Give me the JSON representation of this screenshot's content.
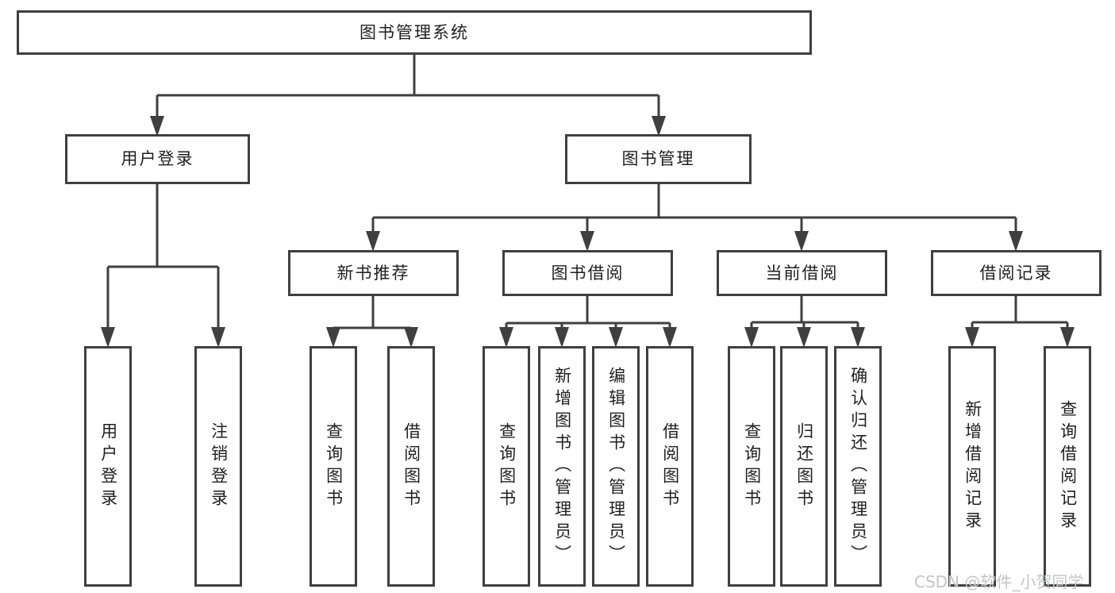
{
  "tree": {
    "root": {
      "label": "图书管理系统",
      "children": [
        {
          "label": "用户登录",
          "children": [
            {
              "label": "用户登录"
            },
            {
              "label": "注销登录"
            }
          ]
        },
        {
          "label": "图书管理",
          "children": [
            {
              "label": "新书推荐",
              "children": [
                {
                  "label": "查询图书"
                },
                {
                  "label": "借阅图书"
                }
              ]
            },
            {
              "label": "图书借阅",
              "children": [
                {
                  "label": "查询图书"
                },
                {
                  "label": "新增图书（管理员）"
                },
                {
                  "label": "编辑图书（管理员）"
                },
                {
                  "label": "借阅图书"
                }
              ]
            },
            {
              "label": "当前借阅",
              "children": [
                {
                  "label": "查询图书"
                },
                {
                  "label": "归还图书"
                },
                {
                  "label": "确认归还（管理员）"
                }
              ]
            },
            {
              "label": "借阅记录",
              "children": [
                {
                  "label": "新增借阅记录"
                },
                {
                  "label": "查询借阅记录"
                }
              ]
            }
          ]
        }
      ]
    }
  },
  "watermark": {
    "text": "CSDN @软件_小贺同学"
  },
  "colors": {
    "line": "#3f3f3f",
    "text": "#1f1f1f",
    "watermark": "#c2c5c8",
    "background": "#ffffff"
  }
}
